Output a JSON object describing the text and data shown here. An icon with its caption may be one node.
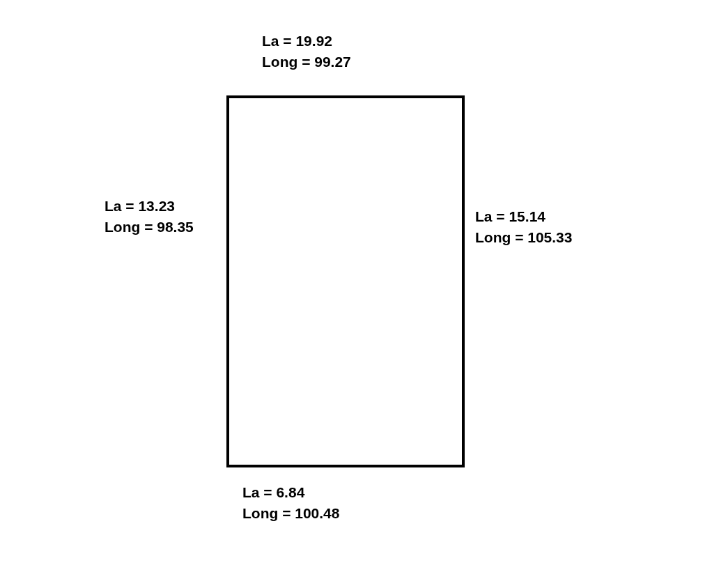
{
  "diagram": {
    "nodes": [
      {
        "text": [],
        "shape": "box",
        "beside": [
          "La = 19.92 Long = 99.27",
          "La = 13.23 Long = 98.35",
          "La = 15.14 Long = 105.33",
          "La = 6.84 Long = 100.48"
        ]
      }
    ]
  }
}
